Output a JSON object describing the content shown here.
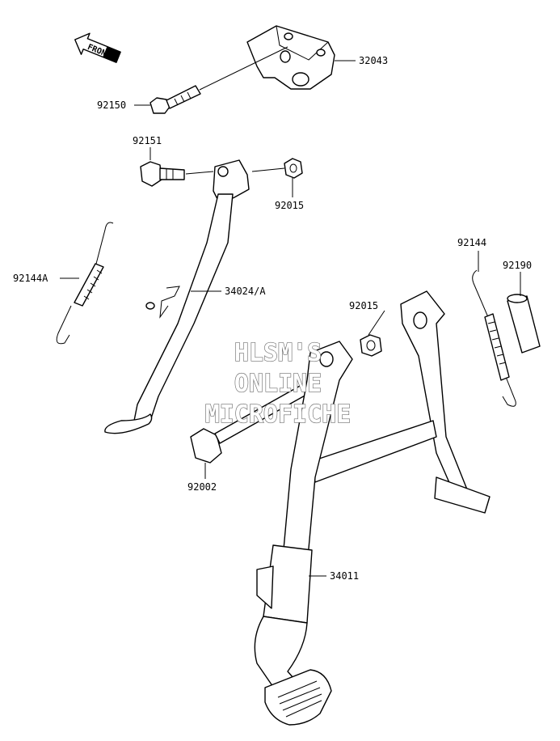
{
  "direction_tag": "FRONT",
  "parts": [
    {
      "id": "p-32043",
      "number": "32043"
    },
    {
      "id": "p-92150",
      "number": "92150"
    },
    {
      "id": "p-92151",
      "number": "92151"
    },
    {
      "id": "p-92015a",
      "number": "92015"
    },
    {
      "id": "p-92144A",
      "number": "92144A"
    },
    {
      "id": "p-34024A",
      "number": "34024/A"
    },
    {
      "id": "p-92144",
      "number": "92144"
    },
    {
      "id": "p-92190",
      "number": "92190"
    },
    {
      "id": "p-92015b",
      "number": "92015"
    },
    {
      "id": "p-92002",
      "number": "92002"
    },
    {
      "id": "p-34011",
      "number": "34011"
    }
  ],
  "watermark": {
    "line1": "HLSM'S",
    "line2": "ONLINE",
    "line3": "MICROFICHE"
  }
}
